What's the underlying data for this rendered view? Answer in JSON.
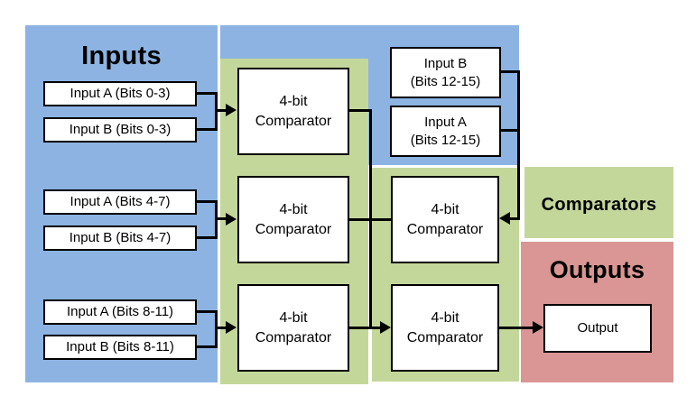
{
  "regions": {
    "inputs": {
      "label": "Inputs",
      "bg": "#8DB3E2"
    },
    "comparators": {
      "label": "Comparators",
      "bg": "#C4D79B"
    },
    "outputs": {
      "label": "Outputs",
      "bg": "#D99694"
    }
  },
  "nodes": {
    "input_a_bits_0_3": {
      "label": "Input A (Bits 0-3)"
    },
    "input_b_bits_0_3": {
      "label": "Input B (Bits 0-3)"
    },
    "input_a_bits_4_7": {
      "label": "Input A (Bits 4-7)"
    },
    "input_b_bits_4_7": {
      "label": "Input B (Bits 4-7)"
    },
    "input_a_bits_8_11": {
      "label": "Input A (Bits 8-11)"
    },
    "input_b_bits_8_11": {
      "label": "Input B (Bits 8-11)"
    },
    "input_b_bits_12_15": {
      "line1": "Input B",
      "line2": "(Bits 12-15)"
    },
    "input_a_bits_12_15": {
      "line1": "Input A",
      "line2": "(Bits 12-15)"
    },
    "comparator": {
      "line1": "4-bit",
      "line2": "Comparator"
    },
    "output": {
      "label": "Output"
    }
  },
  "edges": [
    {
      "from": "input_a_bits_0_3",
      "to": "comparator_1"
    },
    {
      "from": "input_b_bits_0_3",
      "to": "comparator_1"
    },
    {
      "from": "input_a_bits_4_7",
      "to": "comparator_2"
    },
    {
      "from": "input_b_bits_4_7",
      "to": "comparator_2"
    },
    {
      "from": "input_a_bits_8_11",
      "to": "comparator_3"
    },
    {
      "from": "input_b_bits_8_11",
      "to": "comparator_3"
    },
    {
      "from": "input_b_bits_12_15",
      "to": "comparator_4"
    },
    {
      "from": "input_a_bits_12_15",
      "to": "comparator_4"
    },
    {
      "from": "comparator_1",
      "to": "comparator_5"
    },
    {
      "from": "comparator_2",
      "to": "comparator_4"
    },
    {
      "from": "comparator_3",
      "to": "comparator_5"
    },
    {
      "from": "comparator_5",
      "to": "output"
    }
  ]
}
